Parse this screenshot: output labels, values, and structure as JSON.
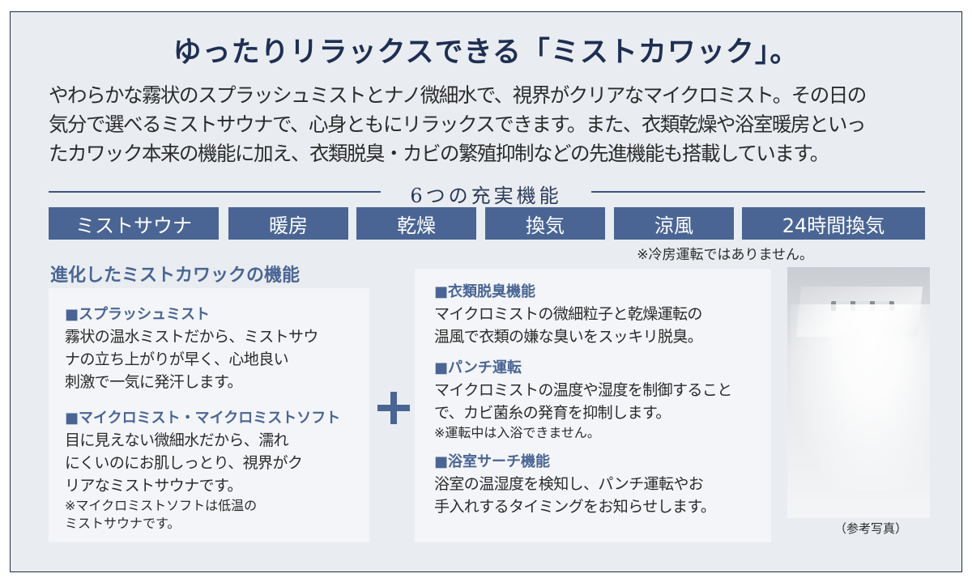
{
  "title": "ゆったりリラックスできる「ミストカワック」。",
  "intro": [
    "やわらかな霧状のスプラッシュミストとナノ微細水で、視界がクリアなマイクロミスト。その日の",
    "気分で選べるミストサウナで、心身ともにリラックスできます。また、衣類乾燥や浴室暖房といっ",
    "たカワック本来の機能に加え、衣類脱臭・カビの繁殖抑制などの先進機能も搭載しています。"
  ],
  "features_heading": "6つの充実機能",
  "features": [
    "ミストサウナ",
    "暖房",
    "乾燥",
    "換気",
    "涼風",
    "24時間換気"
  ],
  "features_note": "※冷房運転ではありません。",
  "evolved_heading": "進化したミストカワックの機能",
  "left_items": [
    {
      "heading": "■スプラッシュミスト",
      "body": [
        "霧状の温水ミストだから、ミストサウ",
        "ナの立ち上がりが早く、心地良い",
        "刺激で一気に発汗します。"
      ]
    },
    {
      "heading": "■マイクロミスト・マイクロミストソフト",
      "body": [
        "目に見えない微細水だから、濡れ",
        "にくいのにお肌しっとり、視界がク",
        "リアなミストサウナです。"
      ],
      "note": [
        "※マイクロミストソフトは低温の",
        "ミストサウナです。"
      ]
    }
  ],
  "right_items": [
    {
      "heading": "■衣類脱臭機能",
      "body": [
        "マイクロミストの微細粒子と乾燥運転の",
        "温風で衣類の嫌な臭いをスッキリ脱臭。"
      ]
    },
    {
      "heading": "■パンチ運転",
      "body": [
        "マイクロミストの温度や湿度を制御すること",
        "で、カビ菌糸の発育を抑制します。"
      ],
      "note": [
        "※運転中は入浴できません。"
      ]
    },
    {
      "heading": "■浴室サーチ機能",
      "body": [
        "浴室の温湿度を検知し、パンチ運転やお",
        "手入れするタイミングをお知らせします。"
      ]
    }
  ],
  "photo_caption": "（参考写真）",
  "colors": {
    "accent": "#4a6594",
    "title": "#1f2f53",
    "background": "#e9edf1",
    "box": "#f3f5f8"
  }
}
